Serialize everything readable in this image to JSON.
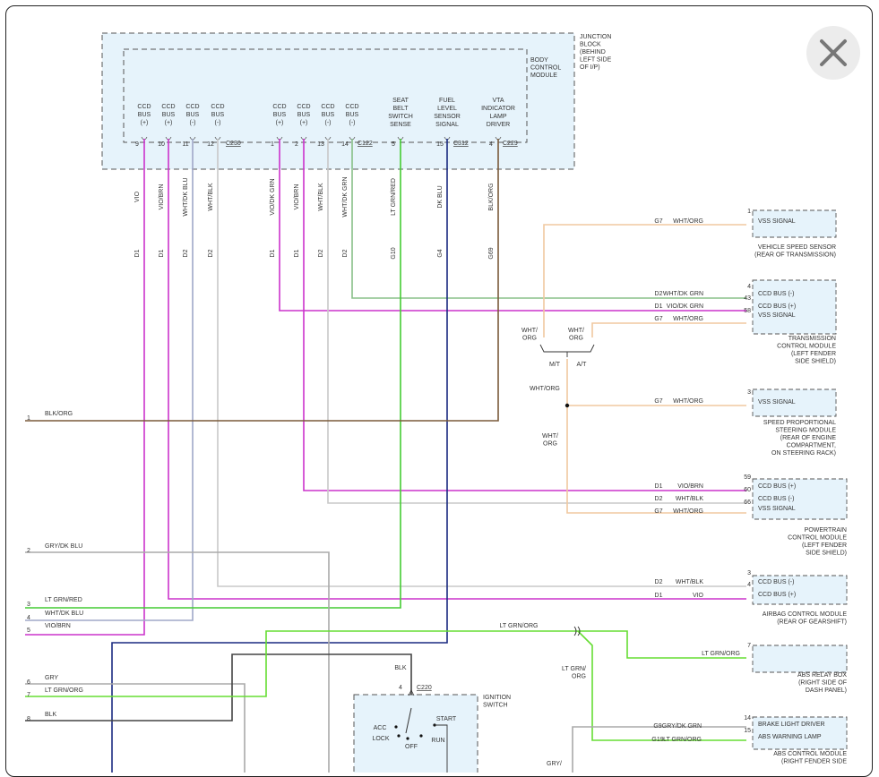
{
  "close_button": {
    "icon": "close-icon"
  },
  "jb": {
    "title": [
      "JUNCTION",
      "BLOCK",
      "(BEHIND",
      "LEFT SIDE",
      "OF I/P)"
    ],
    "bcm": [
      "BODY",
      "CONTROL",
      "MODULE"
    ]
  },
  "pins": [
    {
      "lines": [
        "CCD",
        "BUS",
        "(+)"
      ],
      "num": "9"
    },
    {
      "lines": [
        "CCD",
        "BUS",
        "(+)"
      ],
      "num": "10"
    },
    {
      "lines": [
        "CCD",
        "BUS",
        "(-)"
      ],
      "num": "11"
    },
    {
      "lines": [
        "CCD",
        "BUS",
        "(-)"
      ],
      "num": "12"
    },
    {
      "lines": [
        "CCD",
        "BUS",
        "(+)"
      ],
      "num": "1"
    },
    {
      "lines": [
        "CCD",
        "BUS",
        "(+)"
      ],
      "num": "2"
    },
    {
      "lines": [
        "CCD",
        "BUS",
        "(-)"
      ],
      "num": "13"
    },
    {
      "lines": [
        "CCD",
        "BUS",
        "(-)"
      ],
      "num": "14"
    },
    {
      "lines": [
        "SEAT",
        "BELT",
        "SWITCH",
        "SENSE"
      ],
      "num": "5"
    },
    {
      "lines": [
        "FUEL",
        "LEVEL",
        "SENSOR",
        "SIGNAL"
      ],
      "num": "15"
    },
    {
      "lines": [
        "VTA",
        "INDICATOR",
        "LAMP",
        "DRIVER"
      ],
      "num": "4"
    }
  ],
  "connectors": [
    "C230",
    "C122",
    "C312",
    "C229",
    "C220"
  ],
  "vwires": [
    {
      "color": "VIO",
      "circuit": "D1"
    },
    {
      "color": "VIO/BRN",
      "circuit": "D1"
    },
    {
      "color": "WHT/DK BLU",
      "circuit": "D2"
    },
    {
      "color": "WHT/BLK",
      "circuit": "D2"
    },
    {
      "color": "VIO/DK GRN",
      "circuit": "D1"
    },
    {
      "color": "VIO/BRN",
      "circuit": "D1"
    },
    {
      "color": "WHT/BLK",
      "circuit": "D2"
    },
    {
      "color": "WHT/DK GRN",
      "circuit": "D2"
    },
    {
      "color": "LT GRN/RED",
      "circuit": "G10"
    },
    {
      "color": "DK BLU",
      "circuit": "G4"
    },
    {
      "color": "BLK/ORG",
      "circuit": "G69"
    }
  ],
  "left_pins": [
    {
      "num": "1",
      "label": "BLK/ORG"
    },
    {
      "num": "2",
      "label": "GRY/DK BLU"
    },
    {
      "num": "3",
      "label": "LT GRN/RED"
    },
    {
      "num": "4",
      "label": "WHT/DK BLU"
    },
    {
      "num": "5",
      "label": "VIO/BRN"
    },
    {
      "num": "6",
      "label": "GRY"
    },
    {
      "num": "7",
      "label": "LT GRN/ORG"
    },
    {
      "num": "8",
      "label": "BLK"
    }
  ],
  "modules": [
    {
      "signals": [
        "VSS SIGNAL"
      ],
      "pins": [
        "1"
      ],
      "desc": [
        "VEHICLE SPEED SENSOR",
        "(REAR OF TRANSMISSION)"
      ]
    },
    {
      "signals": [
        "CCD BUS (-)",
        "CCD BUS (+)",
        "VSS SIGNAL"
      ],
      "pins": [
        "4",
        "43",
        "58"
      ],
      "desc": [
        "TRANSMISSION",
        "CONTROL MODULE",
        "(LEFT FENDER",
        "SIDE SHIELD)"
      ]
    },
    {
      "signals": [
        "VSS SIGNAL"
      ],
      "pins": [
        "3"
      ],
      "desc": [
        "SPEED PROPORTIONAL",
        "STEERING MODULE",
        "(REAR OF ENGINE",
        "COMPARTMENT,",
        "ON STEERING RACK)"
      ]
    },
    {
      "signals": [
        "CCD BUS (+)",
        "CCD BUS (-)",
        "VSS SIGNAL"
      ],
      "pins": [
        "59",
        "60",
        "66"
      ],
      "desc": [
        "POWERTRAIN",
        "CONTROL MODULE",
        "(LEFT FENDER",
        "SIDE SHIELD)"
      ]
    },
    {
      "signals": [
        "CCD BUS (-)",
        "CCD BUS (+)"
      ],
      "pins": [
        "3",
        "4"
      ],
      "desc": [
        "AIRBAG CONTROL MODULE",
        "(REAR OF GEARSHIFT)"
      ]
    },
    {
      "signals": [],
      "pins": [
        "7"
      ],
      "desc": [
        "ABS RELAY BOX",
        "(RIGHT SIDE OF",
        "DASH PANEL)"
      ]
    },
    {
      "signals": [
        "BRAKE LIGHT DRIVER",
        "ABS WARNING LAMP"
      ],
      "pins": [
        "14",
        "15"
      ],
      "desc": [
        "ABS CONTROL MODULE",
        "(RIGHT FENDER SIDE"
      ]
    }
  ],
  "hwires": [
    {
      "circuit": "G7",
      "color": "WHT/ORG"
    },
    {
      "circuit": "D2",
      "color": "WHT/DK GRN"
    },
    {
      "circuit": "D1",
      "color": "VIO/DK GRN"
    },
    {
      "circuit": "G7",
      "color": "WHT/ORG"
    },
    {
      "circuit": "G7",
      "color": "WHT/ORG"
    },
    {
      "circuit": "D1",
      "color": "VIO/BRN"
    },
    {
      "circuit": "D2",
      "color": "WHT/BLK"
    },
    {
      "circuit": "G7",
      "color": "WHT/ORG"
    },
    {
      "circuit": "D2",
      "color": "WHT/BLK"
    },
    {
      "circuit": "D1",
      "color": "VIO"
    },
    {
      "circuit": "",
      "color": "LT GRN/ORG"
    },
    {
      "circuit": "G9",
      "color": "GRY/DK GRN"
    },
    {
      "circuit": "G19",
      "color": "LT GRN/ORG"
    }
  ],
  "misc": {
    "wht_org_1": [
      "WHT/",
      "ORG"
    ],
    "wht_org_2": [
      "WHT/",
      "ORG"
    ],
    "mt": "M/T",
    "at": "A/T",
    "wht_org_3": "WHT/ORG",
    "wht_org_4": [
      "WHT/",
      "ORG"
    ],
    "lt_grn_org_top": "LT GRN/ORG",
    "lt_grn_org_mid": [
      "LT GRN/",
      "ORG"
    ],
    "blk": "BLK",
    "gry_bottom": "GRY/",
    "ign_title": [
      "IGNITION",
      "SWITCH"
    ],
    "ign_pin": "4",
    "ign_positions": [
      "ACC",
      "LOCK",
      "OFF",
      "RUN",
      "START"
    ]
  },
  "colors": {
    "vio": "#cc33cc",
    "wht_dk_blu": "#a0a8c8",
    "wht_blk": "#c8c8c8",
    "wht_dk_grn": "#88c088",
    "lt_grn_red": "#44cc33",
    "dk_blu": "#1a2a80",
    "blk_org": "#7a5a3a",
    "wht_org": "#f0c8a0",
    "gry": "#aaaaaa",
    "blk": "#444444",
    "lt_grn_org": "#66dd33",
    "box_fill": "#e6f3fb",
    "box_border": "#555555"
  }
}
